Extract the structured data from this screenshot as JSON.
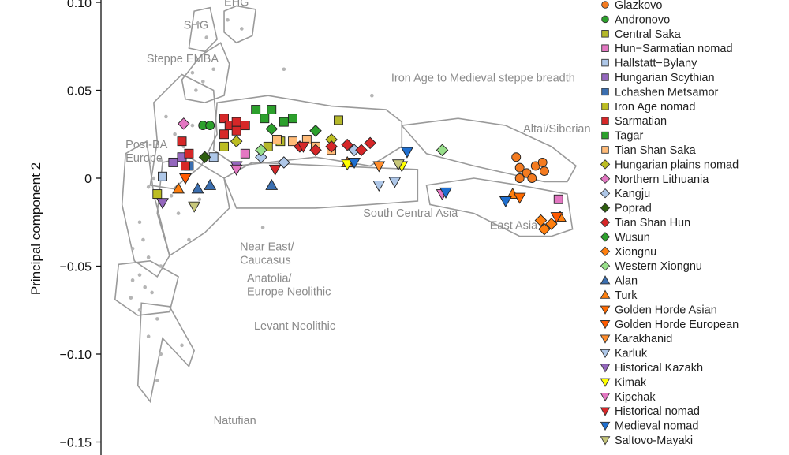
{
  "chart_data": {
    "type": "scatter",
    "title": "",
    "xlabel": "",
    "ylabel": "Principal component 2",
    "ylim": [
      -0.153,
      0.102
    ],
    "xlim": [
      -0.122,
      0.268
    ],
    "yticks": [
      0.1,
      0.05,
      0,
      -0.05,
      -0.1,
      -0.15
    ],
    "ytick_labels": [
      "0.10",
      "0.05",
      "0",
      "−0.05",
      "−0.10",
      "−0.15"
    ],
    "grid": false,
    "legend_position": "right",
    "regions": [
      {
        "label": "EHG",
        "label_at": [
          -0.052,
          0.098
        ],
        "polygon": [
          [
            -0.052,
            0.095
          ],
          [
            -0.045,
            0.098
          ],
          [
            -0.034,
            0.096
          ],
          [
            -0.036,
            0.081
          ],
          [
            -0.045,
            0.077
          ],
          [
            -0.052,
            0.083
          ]
        ]
      },
      {
        "label": "SHG",
        "label_at": [
          -0.075,
          0.085
        ],
        "polygon": [
          [
            -0.069,
            0.095
          ],
          [
            -0.06,
            0.097
          ],
          [
            -0.056,
            0.079
          ],
          [
            -0.063,
            0.072
          ],
          [
            -0.072,
            0.074
          ]
        ]
      },
      {
        "label": "Steppe EMBA",
        "label_at": [
          -0.096,
          0.066
        ],
        "polygon": [
          [
            -0.076,
            0.056
          ],
          [
            -0.065,
            0.07
          ],
          [
            -0.054,
            0.077
          ],
          [
            -0.049,
            0.065
          ],
          [
            -0.052,
            0.047
          ],
          [
            -0.063,
            0.043
          ],
          [
            -0.074,
            0.045
          ]
        ]
      },
      {
        "label": "Iron Age to Medieval steppe breadth",
        "label_at": [
          0.043,
          0.055
        ],
        "polygon": [
          [
            -0.056,
            0.043
          ],
          [
            -0.027,
            0.047
          ],
          [
            0.009,
            0.041
          ],
          [
            0.04,
            0.039
          ],
          [
            0.049,
            0.032
          ],
          [
            0.049,
            0.018
          ],
          [
            0.031,
            0.007
          ],
          [
            0,
            0.012
          ],
          [
            -0.045,
            0.007
          ],
          [
            -0.058,
            0.016
          ]
        ]
      },
      {
        "label": "Altai/Siberian",
        "label_at": [
          0.118,
          0.026
        ],
        "polygon": [
          [
            0.049,
            0.03
          ],
          [
            0.081,
            0.034
          ],
          [
            0.108,
            0.03
          ],
          [
            0.134,
            0.018
          ],
          [
            0.148,
            0.007
          ],
          [
            0.143,
            -0.002
          ],
          [
            0.13,
            -0.002
          ],
          [
            0.09,
            0.007
          ],
          [
            0.063,
            0.014
          ]
        ]
      },
      {
        "label": "Post-BA\nEurope",
        "label_at": [
          -0.108,
          0.017
        ],
        "polygon": [
          [
            -0.092,
            0.043
          ],
          [
            -0.076,
            0.059
          ],
          [
            -0.058,
            0.05
          ],
          [
            -0.056,
            0.025
          ],
          [
            -0.065,
            0.007
          ],
          [
            -0.081,
            -0.006
          ],
          [
            -0.094,
            -0.004
          ],
          [
            -0.09,
            0.021
          ]
        ]
      },
      {
        "label": "South Central Asia",
        "label_at": [
          0.027,
          -0.022
        ],
        "polygon": [
          [
            -0.052,
            0.0
          ],
          [
            -0.036,
            0.009
          ],
          [
            0.009,
            0.007
          ],
          [
            0.058,
            0.005
          ],
          [
            0.058,
            -0.013
          ],
          [
            0.031,
            -0.015
          ],
          [
            0,
            -0.017
          ],
          [
            -0.045,
            -0.017
          ]
        ]
      },
      {
        "label": "East Asia",
        "label_at": [
          0.099,
          -0.029
        ],
        "polygon": [
          [
            0.063,
            -0.004
          ],
          [
            0.09,
            0.0
          ],
          [
            0.116,
            -0.004
          ],
          [
            0.143,
            -0.009
          ],
          [
            0.146,
            -0.029
          ],
          [
            0.134,
            -0.033
          ],
          [
            0.116,
            -0.033
          ],
          [
            0.09,
            -0.02
          ],
          [
            0.065,
            -0.015
          ]
        ]
      },
      {
        "label": "Near East/\nCaucasus",
        "label_at": [
          -0.043,
          -0.041
        ],
        "polygon": [
          [
            -0.087,
            0.009
          ],
          [
            -0.072,
            0.012
          ],
          [
            -0.052,
            0.0
          ],
          [
            -0.049,
            -0.017
          ],
          [
            -0.063,
            -0.031
          ],
          [
            -0.083,
            -0.044
          ],
          [
            -0.09,
            -0.02
          ]
        ]
      },
      {
        "label": "Anatolia/\nEurope Neolithic",
        "label_at": [
          -0.039,
          -0.059
        ],
        "polygon": [
          [
            -0.108,
            0.014
          ],
          [
            -0.096,
            0.021
          ],
          [
            -0.092,
            -0.009
          ],
          [
            -0.083,
            -0.044
          ],
          [
            -0.09,
            -0.056
          ],
          [
            -0.103,
            -0.047
          ],
          [
            -0.11,
            -0.015
          ]
        ]
      },
      {
        "label": "Levant Neolithic",
        "label_at": [
          -0.035,
          -0.086
        ],
        "polygon": [
          [
            -0.112,
            -0.049
          ],
          [
            -0.094,
            -0.047
          ],
          [
            -0.078,
            -0.056
          ],
          [
            -0.083,
            -0.076
          ],
          [
            -0.101,
            -0.078
          ],
          [
            -0.114,
            -0.069
          ]
        ]
      },
      {
        "label": "Natufian",
        "label_at": [
          -0.058,
          -0.14
        ],
        "polygon": [
          [
            -0.099,
            -0.071
          ],
          [
            -0.083,
            -0.073
          ],
          [
            -0.069,
            -0.098
          ],
          [
            -0.072,
            -0.107
          ],
          [
            -0.087,
            -0.091
          ],
          [
            -0.094,
            -0.127
          ],
          [
            -0.101,
            -0.118
          ]
        ]
      }
    ],
    "reference_points": [
      [
        -0.05,
        0.09
      ],
      [
        -0.042,
        0.085
      ],
      [
        -0.067,
        0.088
      ],
      [
        -0.062,
        0.08
      ],
      [
        -0.07,
        0.06
      ],
      [
        -0.064,
        0.055
      ],
      [
        -0.058,
        0.062
      ],
      [
        -0.068,
        0.05
      ],
      [
        -0.085,
        0.035
      ],
      [
        -0.08,
        0.025
      ],
      [
        -0.075,
        0.018
      ],
      [
        -0.088,
        0.01
      ],
      [
        -0.07,
        0.03
      ],
      [
        -0.082,
        -0.01
      ],
      [
        -0.078,
        -0.02
      ],
      [
        -0.095,
        -0.005
      ],
      [
        -0.1,
        -0.025
      ],
      [
        -0.098,
        -0.035
      ],
      [
        -0.104,
        -0.04
      ],
      [
        -0.095,
        -0.045
      ],
      [
        -0.088,
        -0.05
      ],
      [
        -0.1,
        -0.055
      ],
      [
        -0.104,
        -0.058
      ],
      [
        -0.097,
        -0.062
      ],
      [
        -0.093,
        -0.065
      ],
      [
        -0.105,
        -0.068
      ],
      [
        -0.1,
        -0.075
      ],
      [
        -0.09,
        -0.08
      ],
      [
        -0.095,
        -0.09
      ],
      [
        -0.088,
        -0.1
      ],
      [
        -0.09,
        -0.115
      ],
      [
        -0.076,
        -0.095
      ],
      [
        -0.018,
        0.062
      ],
      [
        0.032,
        0.047
      ],
      [
        -0.03,
        -0.028
      ],
      [
        -0.072,
        -0.035
      ],
      [
        -0.066,
        -0.012
      ],
      [
        -0.092,
        0.0
      ]
    ],
    "series": [
      {
        "name": "Glazkovo",
        "marker": "circle",
        "color": "#f47b20",
        "points": [
          [
            0.114,
            0.012
          ],
          [
            0.116,
            0.006
          ],
          [
            0.12,
            0.003
          ],
          [
            0.125,
            0.007
          ],
          [
            0.13,
            0.004
          ],
          [
            0.123,
            0.0
          ],
          [
            0.116,
            0.0
          ],
          [
            0.129,
            0.009
          ]
        ]
      },
      {
        "name": "Andronovo",
        "marker": "circle",
        "color": "#2ca02c",
        "points": [
          [
            -0.064,
            0.03
          ],
          [
            -0.06,
            0.03
          ]
        ]
      },
      {
        "name": "Central Saka",
        "marker": "square",
        "color": "#b5b82a",
        "points": [
          [
            0.013,
            0.033
          ],
          [
            -0.027,
            0.018
          ],
          [
            -0.02,
            0.021
          ]
        ]
      },
      {
        "name": "Hun−Sarmatian nomad",
        "marker": "square",
        "color": "#e377c2",
        "points": [
          [
            0.138,
            -0.012
          ],
          [
            -0.04,
            0.014
          ]
        ]
      },
      {
        "name": "Hallstatt−Bylany",
        "marker": "square",
        "color": "#aec7e8",
        "points": [
          [
            -0.087,
            0.001
          ],
          [
            -0.058,
            0.012
          ]
        ]
      },
      {
        "name": "Hungarian Scythian",
        "marker": "square",
        "color": "#9467bd",
        "points": [
          [
            -0.081,
            0.009
          ],
          [
            -0.076,
            0.012
          ]
        ]
      },
      {
        "name": "Lchashen Metsamor",
        "marker": "square",
        "color": "#3b6fb0",
        "points": [
          [
            -0.072,
            0.007
          ]
        ]
      },
      {
        "name": "Iron Age nomad",
        "marker": "square",
        "color": "#bcbd22",
        "points": [
          [
            -0.09,
            -0.009
          ],
          [
            -0.052,
            0.018
          ]
        ]
      },
      {
        "name": "Sarmatian",
        "marker": "square",
        "color": "#d62728",
        "points": [
          [
            -0.052,
            0.034
          ],
          [
            -0.049,
            0.03
          ],
          [
            -0.045,
            0.032
          ],
          [
            -0.04,
            0.03
          ],
          [
            -0.052,
            0.025
          ],
          [
            -0.045,
            0.027
          ],
          [
            -0.076,
            0.021
          ],
          [
            -0.072,
            0.014
          ],
          [
            -0.074,
            0.007
          ]
        ]
      },
      {
        "name": "Tagar",
        "marker": "square",
        "color": "#2ca02c",
        "points": [
          [
            -0.034,
            0.039
          ],
          [
            -0.029,
            0.034
          ],
          [
            -0.025,
            0.039
          ],
          [
            -0.018,
            0.032
          ],
          [
            -0.013,
            0.034
          ]
        ]
      },
      {
        "name": "Tian Shan Saka",
        "marker": "square",
        "color": "#ffbb78",
        "points": [
          [
            -0.022,
            0.022
          ],
          [
            -0.013,
            0.021
          ],
          [
            -0.005,
            0.022
          ],
          [
            0,
            0.018
          ],
          [
            0.009,
            0.016
          ]
        ]
      },
      {
        "name": "Hungarian plains nomad",
        "marker": "diamond",
        "color": "#bcbd22",
        "points": [
          [
            -0.045,
            0.021
          ],
          [
            0.009,
            0.022
          ]
        ]
      },
      {
        "name": "Northern Lithuania",
        "marker": "diamond",
        "color": "#e377c2",
        "points": [
          [
            -0.075,
            0.031
          ]
        ]
      },
      {
        "name": "Kangju",
        "marker": "diamond",
        "color": "#aec7e8",
        "points": [
          [
            -0.018,
            0.009
          ],
          [
            -0.031,
            0.012
          ],
          [
            0.022,
            0.016
          ]
        ]
      },
      {
        "name": "Poprad",
        "marker": "diamond",
        "color": "#2d5e0e",
        "points": [
          [
            -0.063,
            0.012
          ]
        ]
      },
      {
        "name": "Tian Shan Hun",
        "marker": "diamond",
        "color": "#d62728",
        "points": [
          [
            -0.009,
            0.018
          ],
          [
            0,
            0.016
          ],
          [
            0.009,
            0.018
          ],
          [
            0.018,
            0.019
          ],
          [
            0.026,
            0.016
          ],
          [
            0.031,
            0.02
          ]
        ]
      },
      {
        "name": "Wusun",
        "marker": "diamond",
        "color": "#2ca02c",
        "points": [
          [
            0,
            0.027
          ],
          [
            -0.025,
            0.028
          ]
        ]
      },
      {
        "name": "Xiongnu",
        "marker": "diamond",
        "color": "#ff7f0e",
        "points": [
          [
            0.13,
            -0.029
          ],
          [
            0.134,
            -0.026
          ],
          [
            0.128,
            -0.024
          ]
        ]
      },
      {
        "name": "Western Xiongnu",
        "marker": "diamond",
        "color": "#98df8a",
        "points": [
          [
            -0.031,
            0.016
          ],
          [
            0.072,
            0.016
          ]
        ]
      },
      {
        "name": "Alan",
        "marker": "triangle-up",
        "color": "#3b6fb0",
        "points": [
          [
            -0.025,
            -0.004
          ],
          [
            -0.06,
            -0.004
          ],
          [
            -0.067,
            -0.006
          ]
        ]
      },
      {
        "name": "Turk",
        "marker": "triangle-up",
        "color": "#ff7f0e",
        "points": [
          [
            -0.078,
            -0.006
          ],
          [
            0.018,
            0.009
          ],
          [
            0.112,
            -0.009
          ],
          [
            0.139,
            -0.022
          ]
        ]
      },
      {
        "name": "Golden Horde Asian",
        "marker": "triangle-down",
        "color": "#ff6a00",
        "points": [
          [
            0.052,
            0.015
          ],
          [
            0.116,
            -0.011
          ]
        ]
      },
      {
        "name": "Golden Horde European",
        "marker": "triangle-down",
        "color": "#ff5a00",
        "points": [
          [
            -0.074,
            0.0
          ],
          [
            0.137,
            -0.022
          ]
        ]
      },
      {
        "name": "Karakhanid",
        "marker": "triangle-down",
        "color": "#ff8c2a",
        "points": [
          [
            0.036,
            0.007
          ]
        ]
      },
      {
        "name": "Karluk",
        "marker": "triangle-down",
        "color": "#aec7e8",
        "points": [
          [
            0.036,
            -0.004
          ],
          [
            0.045,
            -0.002
          ]
        ]
      },
      {
        "name": "Historical Kazakh",
        "marker": "triangle-down",
        "color": "#9467bd",
        "points": [
          [
            -0.045,
            0.007
          ],
          [
            -0.087,
            -0.014
          ]
        ]
      },
      {
        "name": "Kimak",
        "marker": "triangle-down",
        "color": "#ffff00",
        "points": [
          [
            0.049,
            0.007
          ],
          [
            0.018,
            0.008
          ]
        ]
      },
      {
        "name": "Kipchak",
        "marker": "triangle-down",
        "color": "#e377c2",
        "points": [
          [
            0.072,
            -0.009
          ],
          [
            -0.045,
            0.005
          ]
        ]
      },
      {
        "name": "Historical nomad",
        "marker": "triangle-down",
        "color": "#d62728",
        "points": [
          [
            -0.023,
            0.005
          ],
          [
            -0.007,
            0.018
          ]
        ]
      },
      {
        "name": "Medieval nomad",
        "marker": "triangle-down",
        "color": "#1f6fd0",
        "points": [
          [
            0.052,
            0.015
          ],
          [
            0.074,
            -0.008
          ],
          [
            0.108,
            -0.013
          ],
          [
            0.022,
            0.009
          ]
        ]
      },
      {
        "name": "Saltovo-Mayaki",
        "marker": "triangle-down",
        "color": "#c7c77a",
        "points": [
          [
            -0.069,
            -0.016
          ],
          [
            0.047,
            0.008
          ]
        ]
      }
    ]
  }
}
